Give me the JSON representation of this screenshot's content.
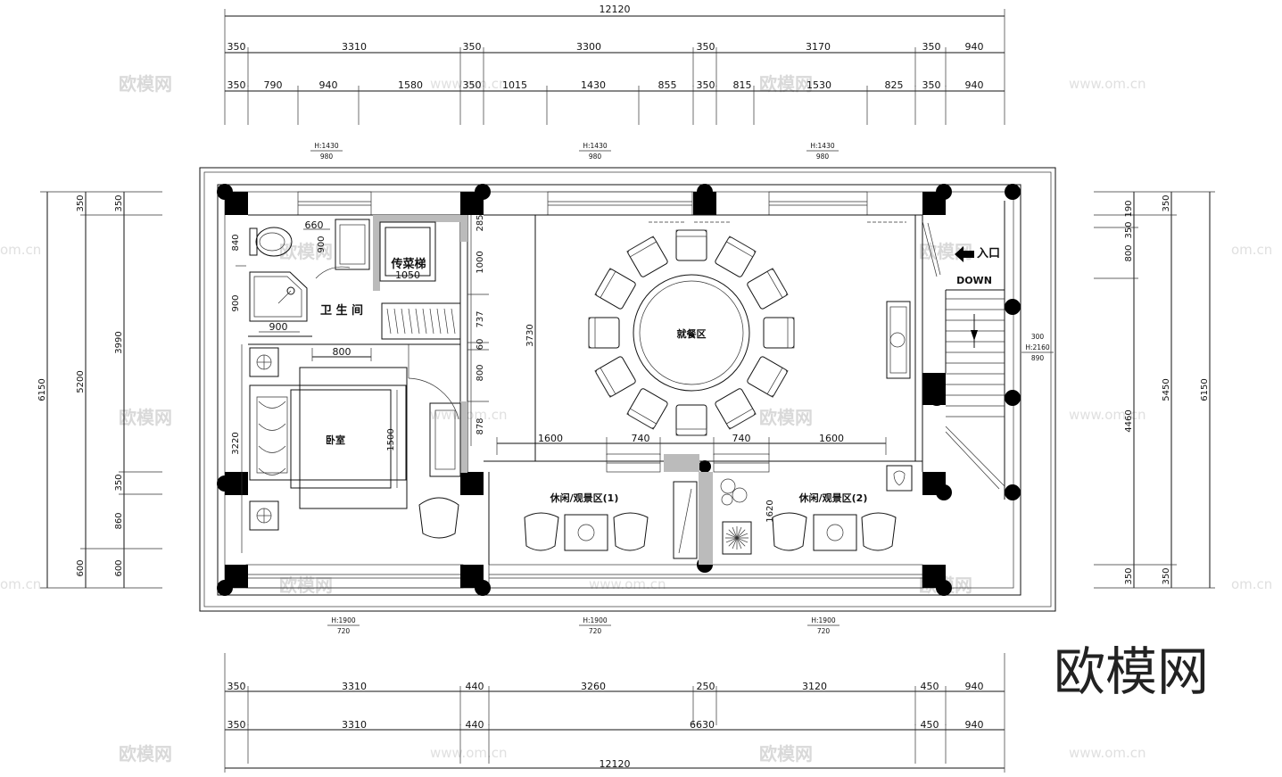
{
  "top_dimensions": {
    "overall": "12120",
    "row1": [
      "350",
      "3310",
      "350",
      "3300",
      "350",
      "3170",
      "350",
      "940"
    ],
    "row2": [
      "350",
      "790",
      "940",
      "1580",
      "350",
      "1015",
      "1430",
      "855",
      "350",
      "815",
      "1530",
      "825",
      "350",
      "940"
    ]
  },
  "bottom_dimensions": {
    "overall": "12120",
    "row1": [
      "350",
      "3310",
      "440",
      "3260",
      "250",
      "3120",
      "450",
      "940"
    ],
    "row2": [
      "350",
      "3310",
      "440",
      "6630",
      "450",
      "940"
    ]
  },
  "left_dimensions": {
    "overall": "6150",
    "middle": [
      "350",
      "5200",
      "600"
    ],
    "inner": [
      "350",
      "3990",
      "350",
      "860",
      "600"
    ]
  },
  "right_dimensions": {
    "overall": "6150",
    "middle": [
      "350",
      "5450",
      "350"
    ],
    "inner": [
      "190",
      "350",
      "800",
      "4460",
      "350"
    ]
  },
  "window_labels": {
    "top": [
      {
        "h": "H:1430",
        "w": "980"
      },
      {
        "h": "H:1430",
        "w": "980"
      },
      {
        "h": "H:1430",
        "w": "980"
      }
    ],
    "bottom": [
      {
        "h": "H:1900",
        "w": "720"
      },
      {
        "h": "H:1900",
        "w": "720"
      },
      {
        "h": "H:1900",
        "w": "720"
      }
    ],
    "right": {
      "top": "300",
      "h": "H:2160",
      "w": "890"
    }
  },
  "rooms": {
    "dining": "就餐区",
    "bedroom": "卧室",
    "bathroom": "卫 生 间",
    "dumbwaiter": "传菜梯",
    "lounge_1": "休闲/观景区(1)",
    "lounge_2": "休闲/观景区(2)",
    "entrance": "入口",
    "stair": "DOWN"
  },
  "interior_dimensions": {
    "bath_660": "660",
    "bath_900a": "900",
    "bath_900b": "900",
    "bath_900c": "900",
    "bath_840": "840",
    "dumbwaiter_1050": "1050",
    "door_800": "800",
    "bed_1500": "1500",
    "room_3220": "3220",
    "col_285": "285",
    "col_1000": "1000",
    "col_737": "737",
    "col_60": "60",
    "col_800": "800",
    "col_878": "878",
    "dining_3730": "3730",
    "mid_1600a": "1600",
    "mid_740a": "740",
    "mid_740b": "740",
    "mid_1600b": "1600",
    "lounge_1620": "1620"
  },
  "watermark": {
    "brand": "欧模网",
    "url": "www.om.cn",
    "url_partial": "om.cn"
  }
}
